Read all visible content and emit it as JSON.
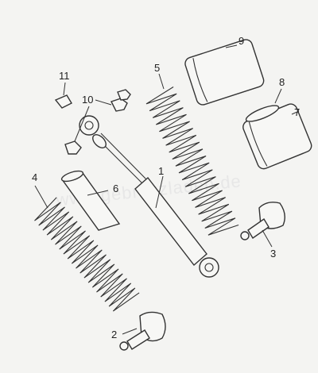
{
  "diagram": {
    "callouts": [
      "1",
      "2",
      "3",
      "4",
      "5",
      "6",
      "7",
      "8",
      "9",
      "10",
      "11"
    ],
    "watermark": "www.gebrsuzladen.de"
  },
  "colors": {
    "background": "#f4f4f2",
    "line": "#333333",
    "watermark": "#e7e7e7"
  }
}
